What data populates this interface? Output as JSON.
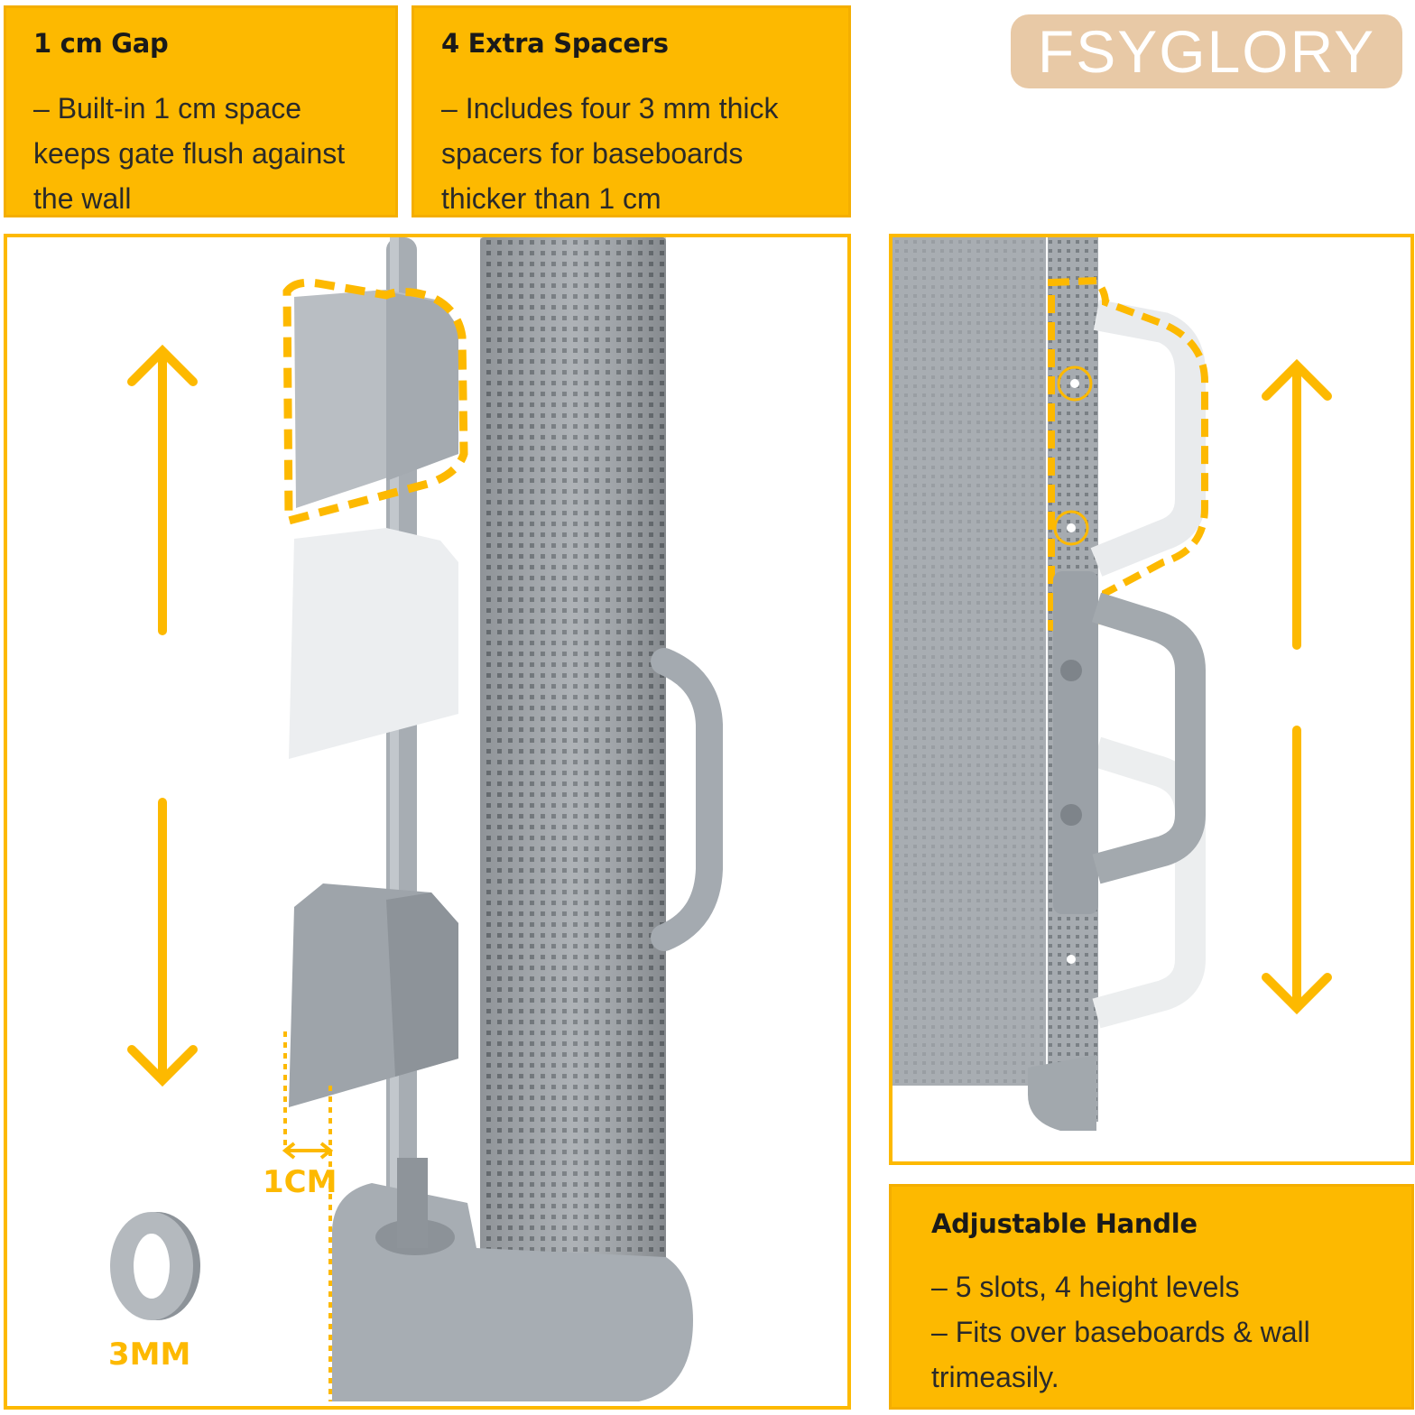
{
  "brand": {
    "name": "FSYGLORY"
  },
  "gap_box": {
    "title": "1 cm Gap",
    "lines": [
      "– Built-in 1 cm space",
      "keeps gate flush against",
      "the wall"
    ]
  },
  "spacers_box": {
    "title": "4 Extra Spacers",
    "lines": [
      "– Includes four 3 mm thick",
      "spacers for baseboards",
      "thicker than 1 cm"
    ]
  },
  "handle_box": {
    "title": "Adjustable Handle",
    "lines": [
      "– 5 slots, 4 height levels",
      "– Fits over baseboards & wall",
      "trimeasily."
    ]
  },
  "labels": {
    "gap_measure": "1CM",
    "spacer_thickness": "3MM"
  },
  "colors": {
    "accent": "#FDB900",
    "brand_pill": "#E8C9A6",
    "gate_gray": "#9aa0a6"
  }
}
